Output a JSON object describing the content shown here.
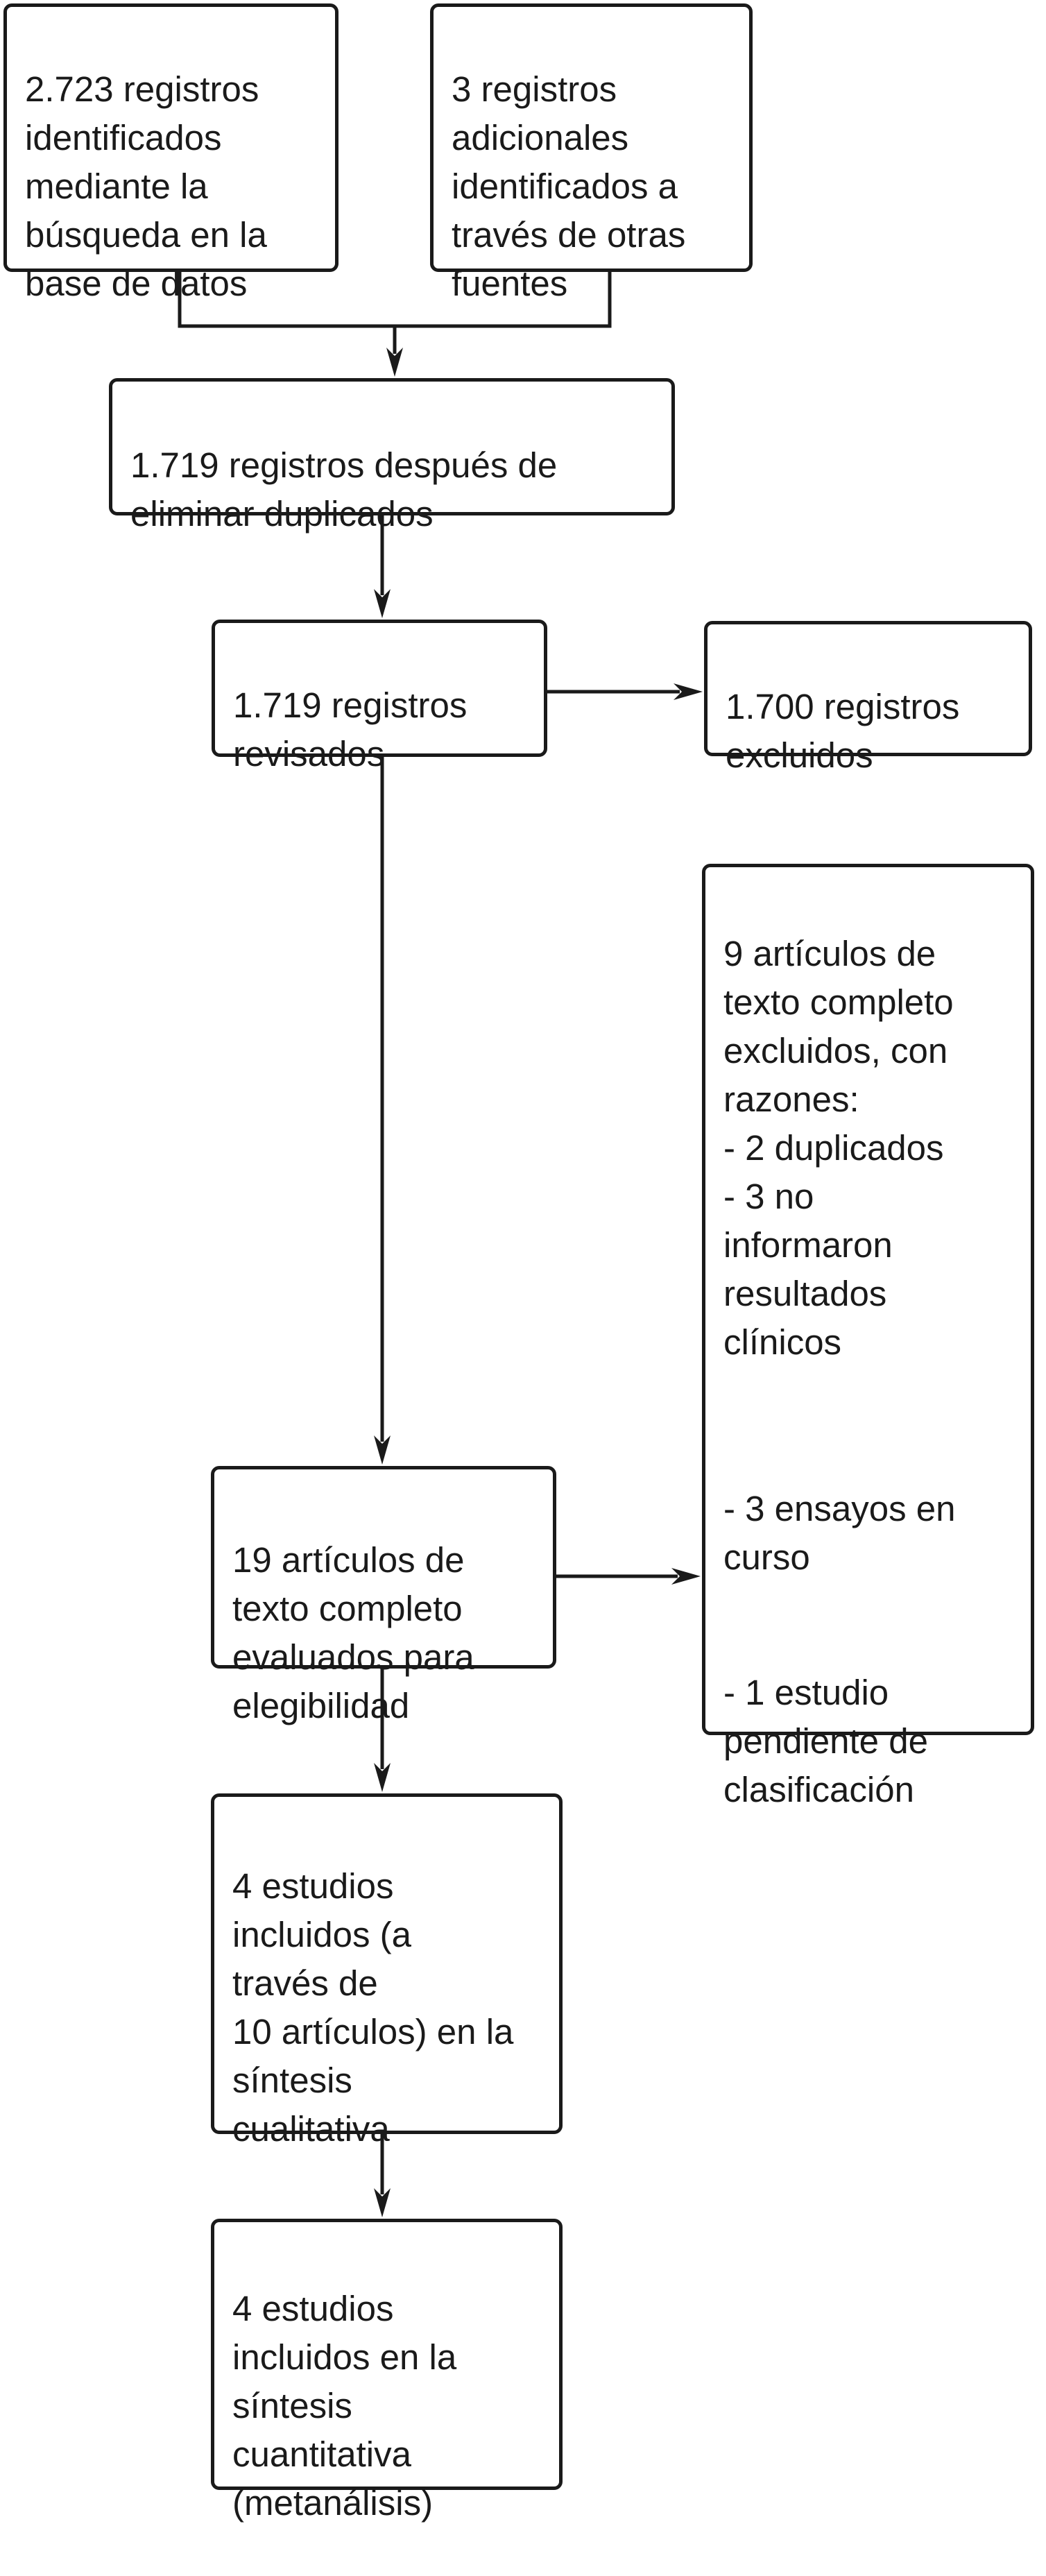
{
  "diagram": {
    "background": "#ffffff",
    "ink_color": "#1a1a1a",
    "boxes": {
      "identified_db": "2.723 registros\nidentificados\nmediante la\nbúsqueda en la\nbase de datos",
      "identified_other": "3 registros\nadicionales\nidentificados a\ntravés de otras\nfuentes",
      "deduplicated": "1.719 registros después de\neliminar duplicados",
      "screened": "1.719 registros\nrevisados",
      "records_excluded": "1.700 registros\nexcluidos",
      "fulltext_excluded_reasons_part1": "9 artículos de\ntexto completo\nexcluidos, con\nrazones:\n- 2 duplicados\n- 3 no\ninformaron\nresultados\nclínicos",
      "fulltext_excluded_reasons_part2": "- 3 ensayos en\ncurso",
      "fulltext_excluded_reasons_part3": "- 1 estudio\npendiente de\nclasificación",
      "fulltext_assessed": "19 artículos de\ntexto completo\nevaluados para\nelegibilidad",
      "qualitative_synthesis": "4 estudios\nincluidos (a\ntravés de\n10 artículos) en la\nsíntesis\ncualitativa",
      "quantitative_synthesis": "4 estudios\nincluidos en la\nsíntesis\ncuantitativa\n(metanálisis)"
    }
  }
}
